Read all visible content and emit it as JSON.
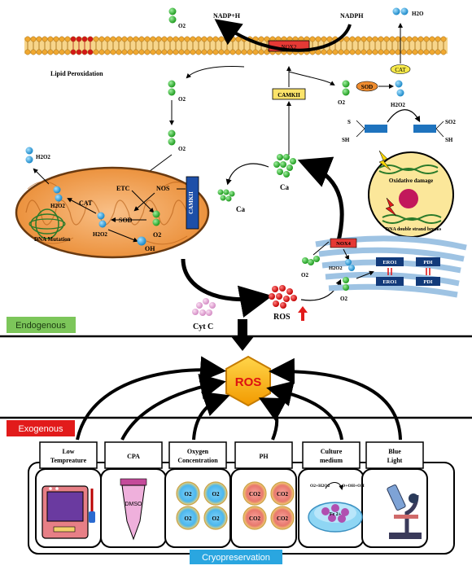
{
  "membrane": {
    "lipid_label": "Lipid Peroxidation",
    "nox2": "NOX2",
    "nadp": "NADP+H",
    "nadph": "NADPH",
    "o2_top": "O2",
    "h2o": "H2O",
    "cat": "CAT"
  },
  "top_right": {
    "sod": "SOD",
    "o2": "O2",
    "h2o2": "H2O2",
    "camkii": "CAMKII",
    "s_left": "S",
    "sh_left": "SH",
    "so2_right": "SO2",
    "sh_right": "SH"
  },
  "damage": {
    "oxidative": "Oxidative damage",
    "dna_breaks": "DNA double strand breaks"
  },
  "mito": {
    "h2o2_out": "H2O2",
    "h2o2_in": "H2O2",
    "cat": "CAT",
    "etc": "ETC",
    "nos": "NOS",
    "sod": "SOD",
    "camkii": "CAMKII",
    "h2o2_low": "H2O2",
    "o2": "O2",
    "oh": "OH",
    "dna_mutation": "DNA Mutation",
    "o2_left_a": "O2",
    "o2_left_b": "O2"
  },
  "center": {
    "ca_cluster": "Ca",
    "ca_left": "Ca",
    "cyt_c": "Cyt C",
    "ros": "ROS"
  },
  "er": {
    "nox4": "NOX4",
    "h2o2": "H2O2",
    "o2_a": "O2",
    "o2_b": "O2",
    "ero1_top": "ERO1",
    "ero1_bottom": "ERO1",
    "pdi_top": "PDI",
    "pdi_bottom": "PDI"
  },
  "sections": {
    "endogenous": "Endogenous",
    "exogenous": "Exogenous",
    "ros_hex": "ROS",
    "cryopreservation": "Cryopreservation"
  },
  "factors": [
    {
      "label_line1": "Low",
      "label_line2": "Tempreature"
    },
    {
      "label_line1": "CPA",
      "label_line2": ""
    },
    {
      "label_line1": "Oxygen",
      "label_line2": "Concentration"
    },
    {
      "label_line1": "PH",
      "label_line2": ""
    },
    {
      "label_line1": "Culture",
      "label_line2": "medium"
    },
    {
      "label_line1": "Blue",
      "label_line2": "Light"
    }
  ],
  "factor_content": {
    "dmso": "DMSO",
    "o2_wells": [
      "O2",
      "O2",
      "O2",
      "O2"
    ],
    "co2_wells": [
      "CO2",
      "CO2",
      "CO2",
      "CO2"
    ],
    "culture_left": "O2+H2O2",
    "culture_right": "O+OH+OH",
    "culture_fe": "Fe 2+"
  },
  "colors": {
    "green_molecule": "#3fbf3f",
    "blue_molecule": "#2aa6e0",
    "red_molecule": "#e21b1b",
    "pink_molecule": "#e6a8d8",
    "membrane_head": "#f0a830",
    "mito_fill": "#f4a350",
    "endogenous_bg": "#7cc65a",
    "exogenous_bg": "#e21b1b",
    "cryo_bg": "#2aa6e0",
    "ros_hex": "#f7b300"
  }
}
